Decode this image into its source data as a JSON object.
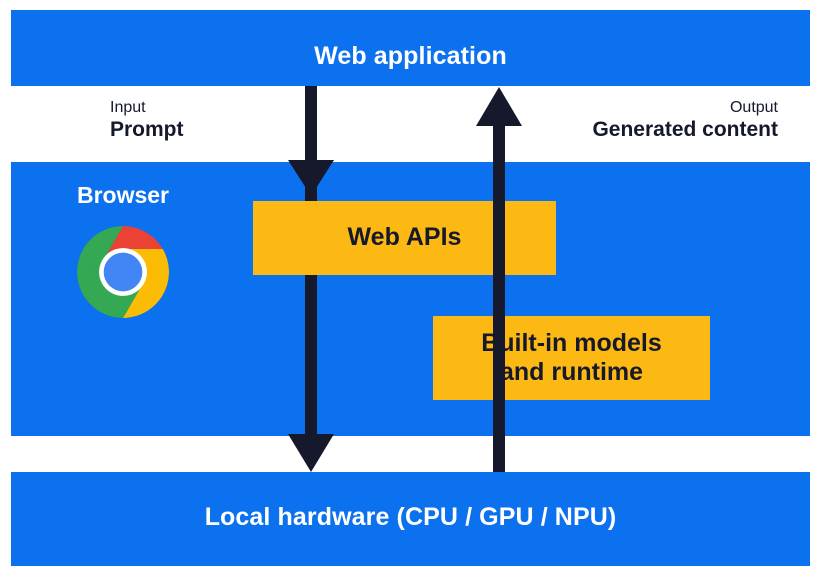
{
  "diagram": {
    "title": "Built-in AI architecture diagram",
    "colors": {
      "blue": "#0b71ee",
      "orange": "#fdb913",
      "navy": "#15192b",
      "white": "#ffffff"
    },
    "layers": {
      "web_application": "Web application",
      "browser": "Browser",
      "local_hardware": "Local hardware (CPU / GPU / NPU)"
    },
    "boxes": {
      "web_apis": "Web APIs",
      "builtin_models_line1": "Built-in models",
      "builtin_models_line2": "and runtime"
    },
    "annotations": {
      "input_label": "Input",
      "input_value": "Prompt",
      "output_label": "Output",
      "output_value": "Generated content"
    },
    "icons": {
      "chrome": "chrome-logo-icon",
      "arrow_down": "arrow-down-icon",
      "arrow_up": "arrow-up-icon"
    }
  }
}
